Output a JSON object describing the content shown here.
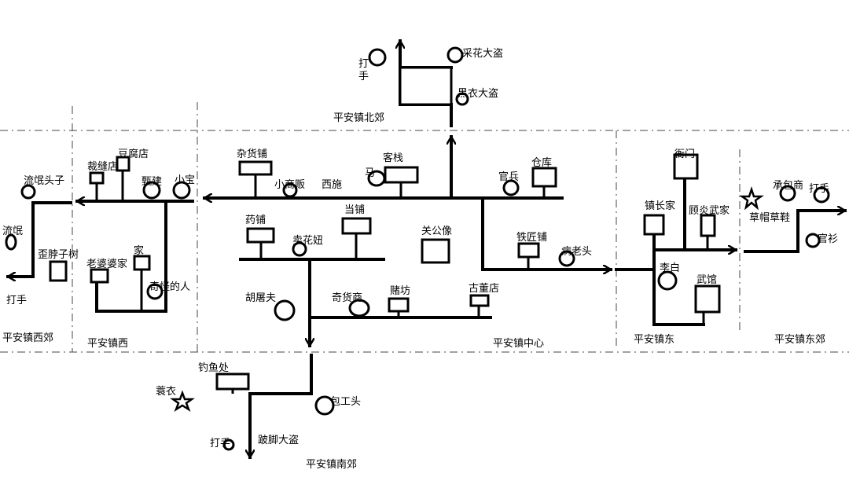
{
  "zones": {
    "north": "平安镇北郊",
    "west_suburb": "平安镇西郊",
    "west": "平安镇西",
    "center": "平安镇中心",
    "east": "平安镇东",
    "east_suburb": "平安镇东郊",
    "south": "平安镇南郊"
  },
  "places": {
    "zahuopu": "杂货铺",
    "kezhan": "客栈",
    "guanbing": "官兵",
    "cangku": "仓库",
    "xiaoshangfan": "小商贩",
    "xishi": "西施",
    "ma": "马",
    "yaopu": "药铺",
    "dangpu": "当铺",
    "guangongxiang": "关公像",
    "maihuaniu": "卖花妞",
    "tiejiangpu": "铁匠铺",
    "bing_laotou": "病老头",
    "huzhifu": "胡屠夫",
    "qihuoshang": "奇货商",
    "dufang": "赌坊",
    "gudongdian": "古董店",
    "caihua_dadao": "采花大盗",
    "heiyi_dadao": "黑衣大盗",
    "dashou_north": "打手",
    "doufudian": "豆腐店",
    "caifengdian": "裁缝店",
    "zhenjian": "甄建",
    "xiaobao": "小宝",
    "laopopo": "老婆婆家",
    "jia": "家",
    "qiguai": "奇怪的人",
    "liumang_touzi": "流氓头子",
    "liumang": "流氓",
    "waibozishu": "歪脖子树",
    "dashou_west": "打手",
    "yamen": "衙门",
    "zhenzhangjia": "镇长家",
    "gu_wujia": "顾炎武家",
    "libai": "李白",
    "wuguan": "武馆",
    "chengbaoshang": "承包商",
    "dashou_east": "打手",
    "caomao_caoxie": "草帽草鞋",
    "guanshan": "官衫",
    "diaoyuchu": "钓鱼处",
    "suoyi": "蓑衣",
    "baogongtou": "包工头",
    "dashou_south": "打手",
    "paojiao_dadao": "跛脚大盗"
  }
}
